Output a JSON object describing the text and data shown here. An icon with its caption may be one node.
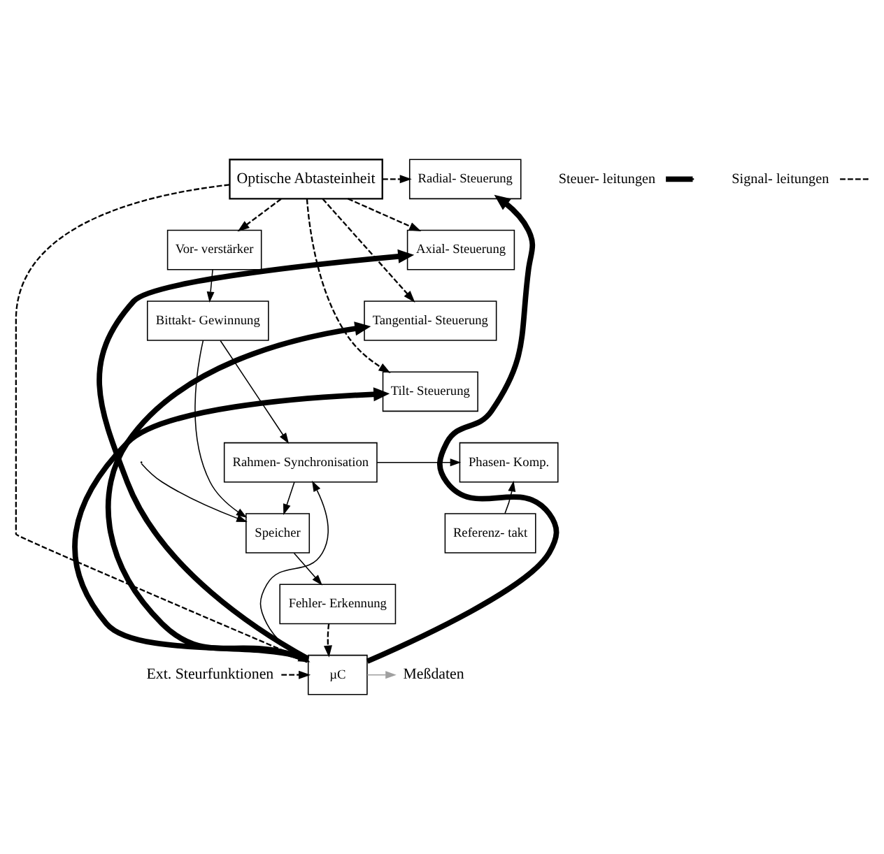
{
  "diagram": {
    "nodes": [
      {
        "text": [
          "Optische Abtasteinheit"
        ]
      },
      {
        "text": [
          "Radial- Steuerung"
        ]
      },
      {
        "text": [
          "Axial- Steuerung"
        ]
      },
      {
        "text": [
          "Tangential- Steuerung"
        ]
      },
      {
        "text": [
          "Tilt- Steuerung"
        ]
      },
      {
        "text": [
          "Vor- verstärker"
        ]
      },
      {
        "text": [
          "Bittakt- Gewinnung"
        ]
      },
      {
        "text": [
          "Rahmen- Synchronisation"
        ]
      },
      {
        "text": [
          "Phasen- Komp."
        ]
      },
      {
        "text": [
          "Referenz- takt"
        ]
      },
      {
        "text": [
          "Speicher"
        ]
      },
      {
        "text": [
          "Fehler- Erkennung"
        ]
      },
      {
        "text": [
          "µC"
        ]
      },
      {
        "text": [
          "Ext. Steurfunktionen"
        ]
      },
      {
        "text": [
          "Meßdaten"
        ]
      }
    ],
    "edges": [
      {
        "from": 0,
        "to": 1,
        "arrow": "to",
        "style": "dashed"
      },
      {
        "from": 0,
        "to": 2,
        "arrow": "to",
        "style": "dashed"
      },
      {
        "from": 0,
        "to": 3,
        "arrow": "to",
        "style": "dashed"
      },
      {
        "from": 0,
        "to": 4,
        "arrow": "to",
        "style": "dashed"
      },
      {
        "from": 0,
        "to": 5,
        "arrow": "to",
        "style": "dashed"
      },
      {
        "from": 0,
        "to": 12,
        "arrow": "to",
        "style": "dashed"
      },
      {
        "from": 12,
        "to": 1,
        "arrow": "to",
        "style": "thick"
      },
      {
        "from": 12,
        "to": 2,
        "arrow": "to",
        "style": "thick"
      },
      {
        "from": 12,
        "to": 3,
        "arrow": "to",
        "style": "thick"
      },
      {
        "from": 12,
        "to": 4,
        "arrow": "to",
        "style": "thick"
      },
      {
        "from": 12,
        "to": 7,
        "arrow": "to"
      },
      {
        "from": 5,
        "to": 6,
        "arrow": "to"
      },
      {
        "from": 6,
        "to": 7,
        "arrow": "to"
      },
      {
        "from": 6,
        "to": 10,
        "arrow": "to"
      },
      {
        "from": 7,
        "to": 8,
        "arrow": "to"
      },
      {
        "from": 9,
        "to": 8,
        "arrow": "to"
      },
      {
        "from": 7,
        "to": 10,
        "arrow": "to"
      },
      {
        "from": null,
        "to": 10,
        "arrow": "to"
      },
      {
        "from": 10,
        "to": 11,
        "arrow": "to"
      },
      {
        "from": 11,
        "to": 12,
        "arrow": "to",
        "style": "dashed"
      },
      {
        "from": 13,
        "to": 12,
        "arrow": "to",
        "style": "dashed"
      },
      {
        "from": 12,
        "to": 14,
        "arrow": "to",
        "color": "#a0a0a0"
      }
    ],
    "legend": [
      {
        "text": "Steuer- leitungen"
      },
      {
        "text": "Signal- leitungen"
      }
    ]
  }
}
